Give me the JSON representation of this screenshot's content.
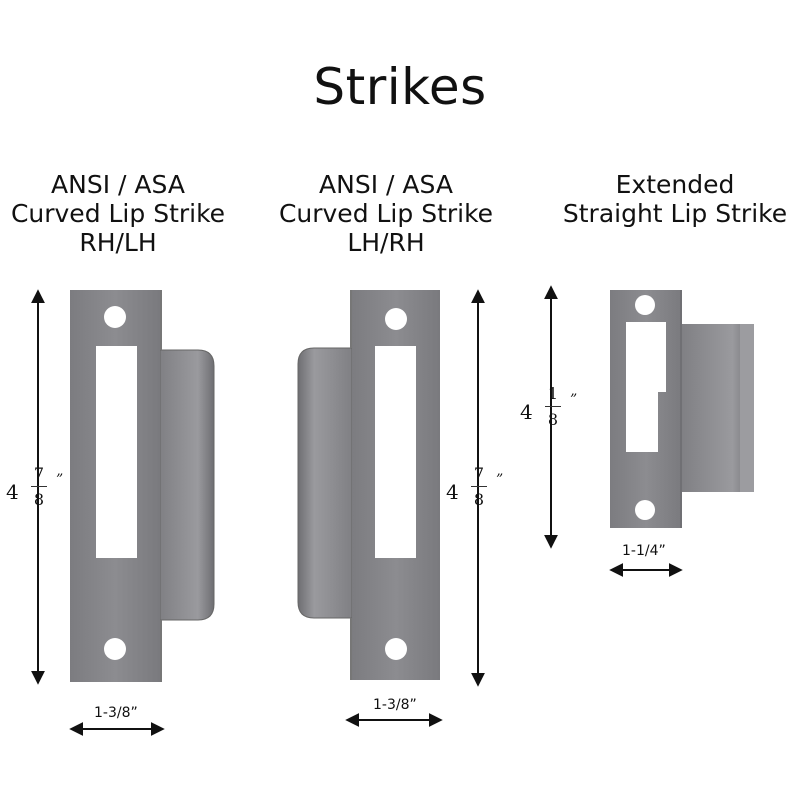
{
  "title": "Strikes",
  "colors": {
    "metal": "#86868a",
    "metal_light": "#a2a2a6",
    "metal_dark": "#6a6a6e",
    "arrow": "#111111"
  },
  "strikes": [
    {
      "heading": [
        "ANSI / ASA",
        "Curved Lip Strike",
        "RH/LH"
      ],
      "height": {
        "whole": "4",
        "num": "7",
        "den": "8",
        "inch": "”"
      },
      "width": "1-3/8”"
    },
    {
      "heading": [
        "ANSI / ASA",
        "Curved Lip Strike",
        "LH/RH"
      ],
      "height": {
        "whole": "4",
        "num": "7",
        "den": "8",
        "inch": "”"
      },
      "width": "1-3/8”"
    },
    {
      "heading": [
        "Extended",
        "Straight Lip Strike"
      ],
      "height": {
        "whole": "4",
        "num": "1",
        "den": "8",
        "inch": "”"
      },
      "width": "1-1/4”"
    }
  ]
}
